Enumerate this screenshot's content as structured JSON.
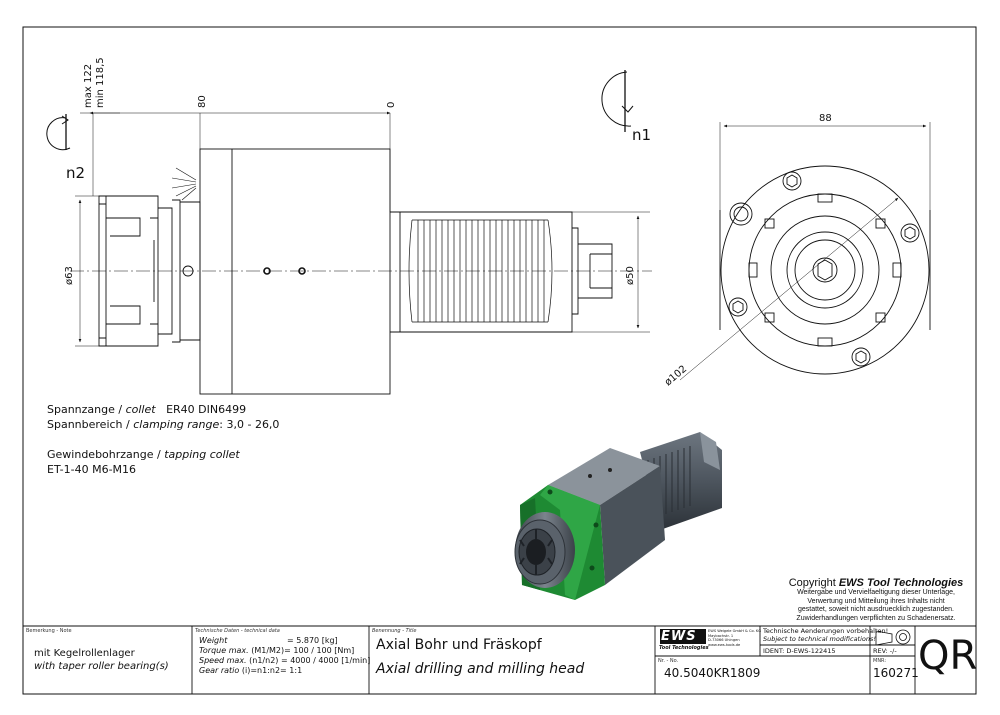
{
  "dimensions": {
    "max": "max 122",
    "min": "min 118,5",
    "d80": "80",
    "d0": "0",
    "d63": "ø63",
    "d50": "ø50",
    "d88": "88",
    "d102": "ø102",
    "n1": "n1",
    "n2": "n2"
  },
  "notes": {
    "collet_de": "Spannzange / ",
    "collet_en": "collet",
    "collet_spec": "ER40    DIN6499",
    "range_de": "Spannbereich / ",
    "range_en": "clamping range",
    "range_val": ": 3,0 - 26,0",
    "tap_de": "Gewindebohrzange / ",
    "tap_en": "tapping collet",
    "tap_spec": "ET-1-40   M6-M16"
  },
  "copyright": {
    "prefix": "Copyright ",
    "brand": "EWS Tool Technologies",
    "line1": "Weitergabe und Vervielfaeltigung dieser Unterlage,",
    "line2": "Verwertung und Mitteilung ihres Inhalts nicht",
    "line3": "gestattet, soweit nicht ausdruecklich zugestanden.",
    "line4": "Zuwiderhandlungen verpflichten zu Schadenersatz."
  },
  "title_block": {
    "remark_label": "Bemerkung - Note",
    "remark_de": "mit Kegelrollenlager",
    "remark_en": "with taper roller bearing(s)",
    "tech_label": "Technische Daten - technical data",
    "weight_label": "Weight",
    "weight_val": "= 5.870 [kg]",
    "torque_label": "Torque max.",
    "torque_sub": "(M1/M2)=",
    "torque_val": "100 / 100 [Nm]",
    "speed_label": "Speed max.",
    "speed_sub": "(n1/n2) =",
    "speed_val": "4000 / 4000 [1/min]",
    "gear_label": "Gear ratio",
    "gear_sub": "(i)=n1:n2=",
    "gear_val": "1:1",
    "title_label": "Benennung - Title",
    "title_de": "Axial Bohr und Fräskopf",
    "title_en": "Axial drilling and milling head",
    "logo": "EWS",
    "logo_sub": "Tool Technologies",
    "company_line1": "EWS Weigele GmbH & Co. KG",
    "company_line2": "Maybachstr. 1",
    "company_line3": "D-73066 Uhingen",
    "company_line4": "www.ews-tools.de",
    "changes_de": "Technische Aenderungen vorbehalten!",
    "changes_en": "Subject to technical modifications!",
    "ident": "IDENT:  D-EWS-122415",
    "rev": "REV:  -/-",
    "nr_label": "Nr. - No.",
    "nr": "40.5040KR1809",
    "mnr_label": "MNR:",
    "mnr": "160271",
    "code": "QR"
  }
}
